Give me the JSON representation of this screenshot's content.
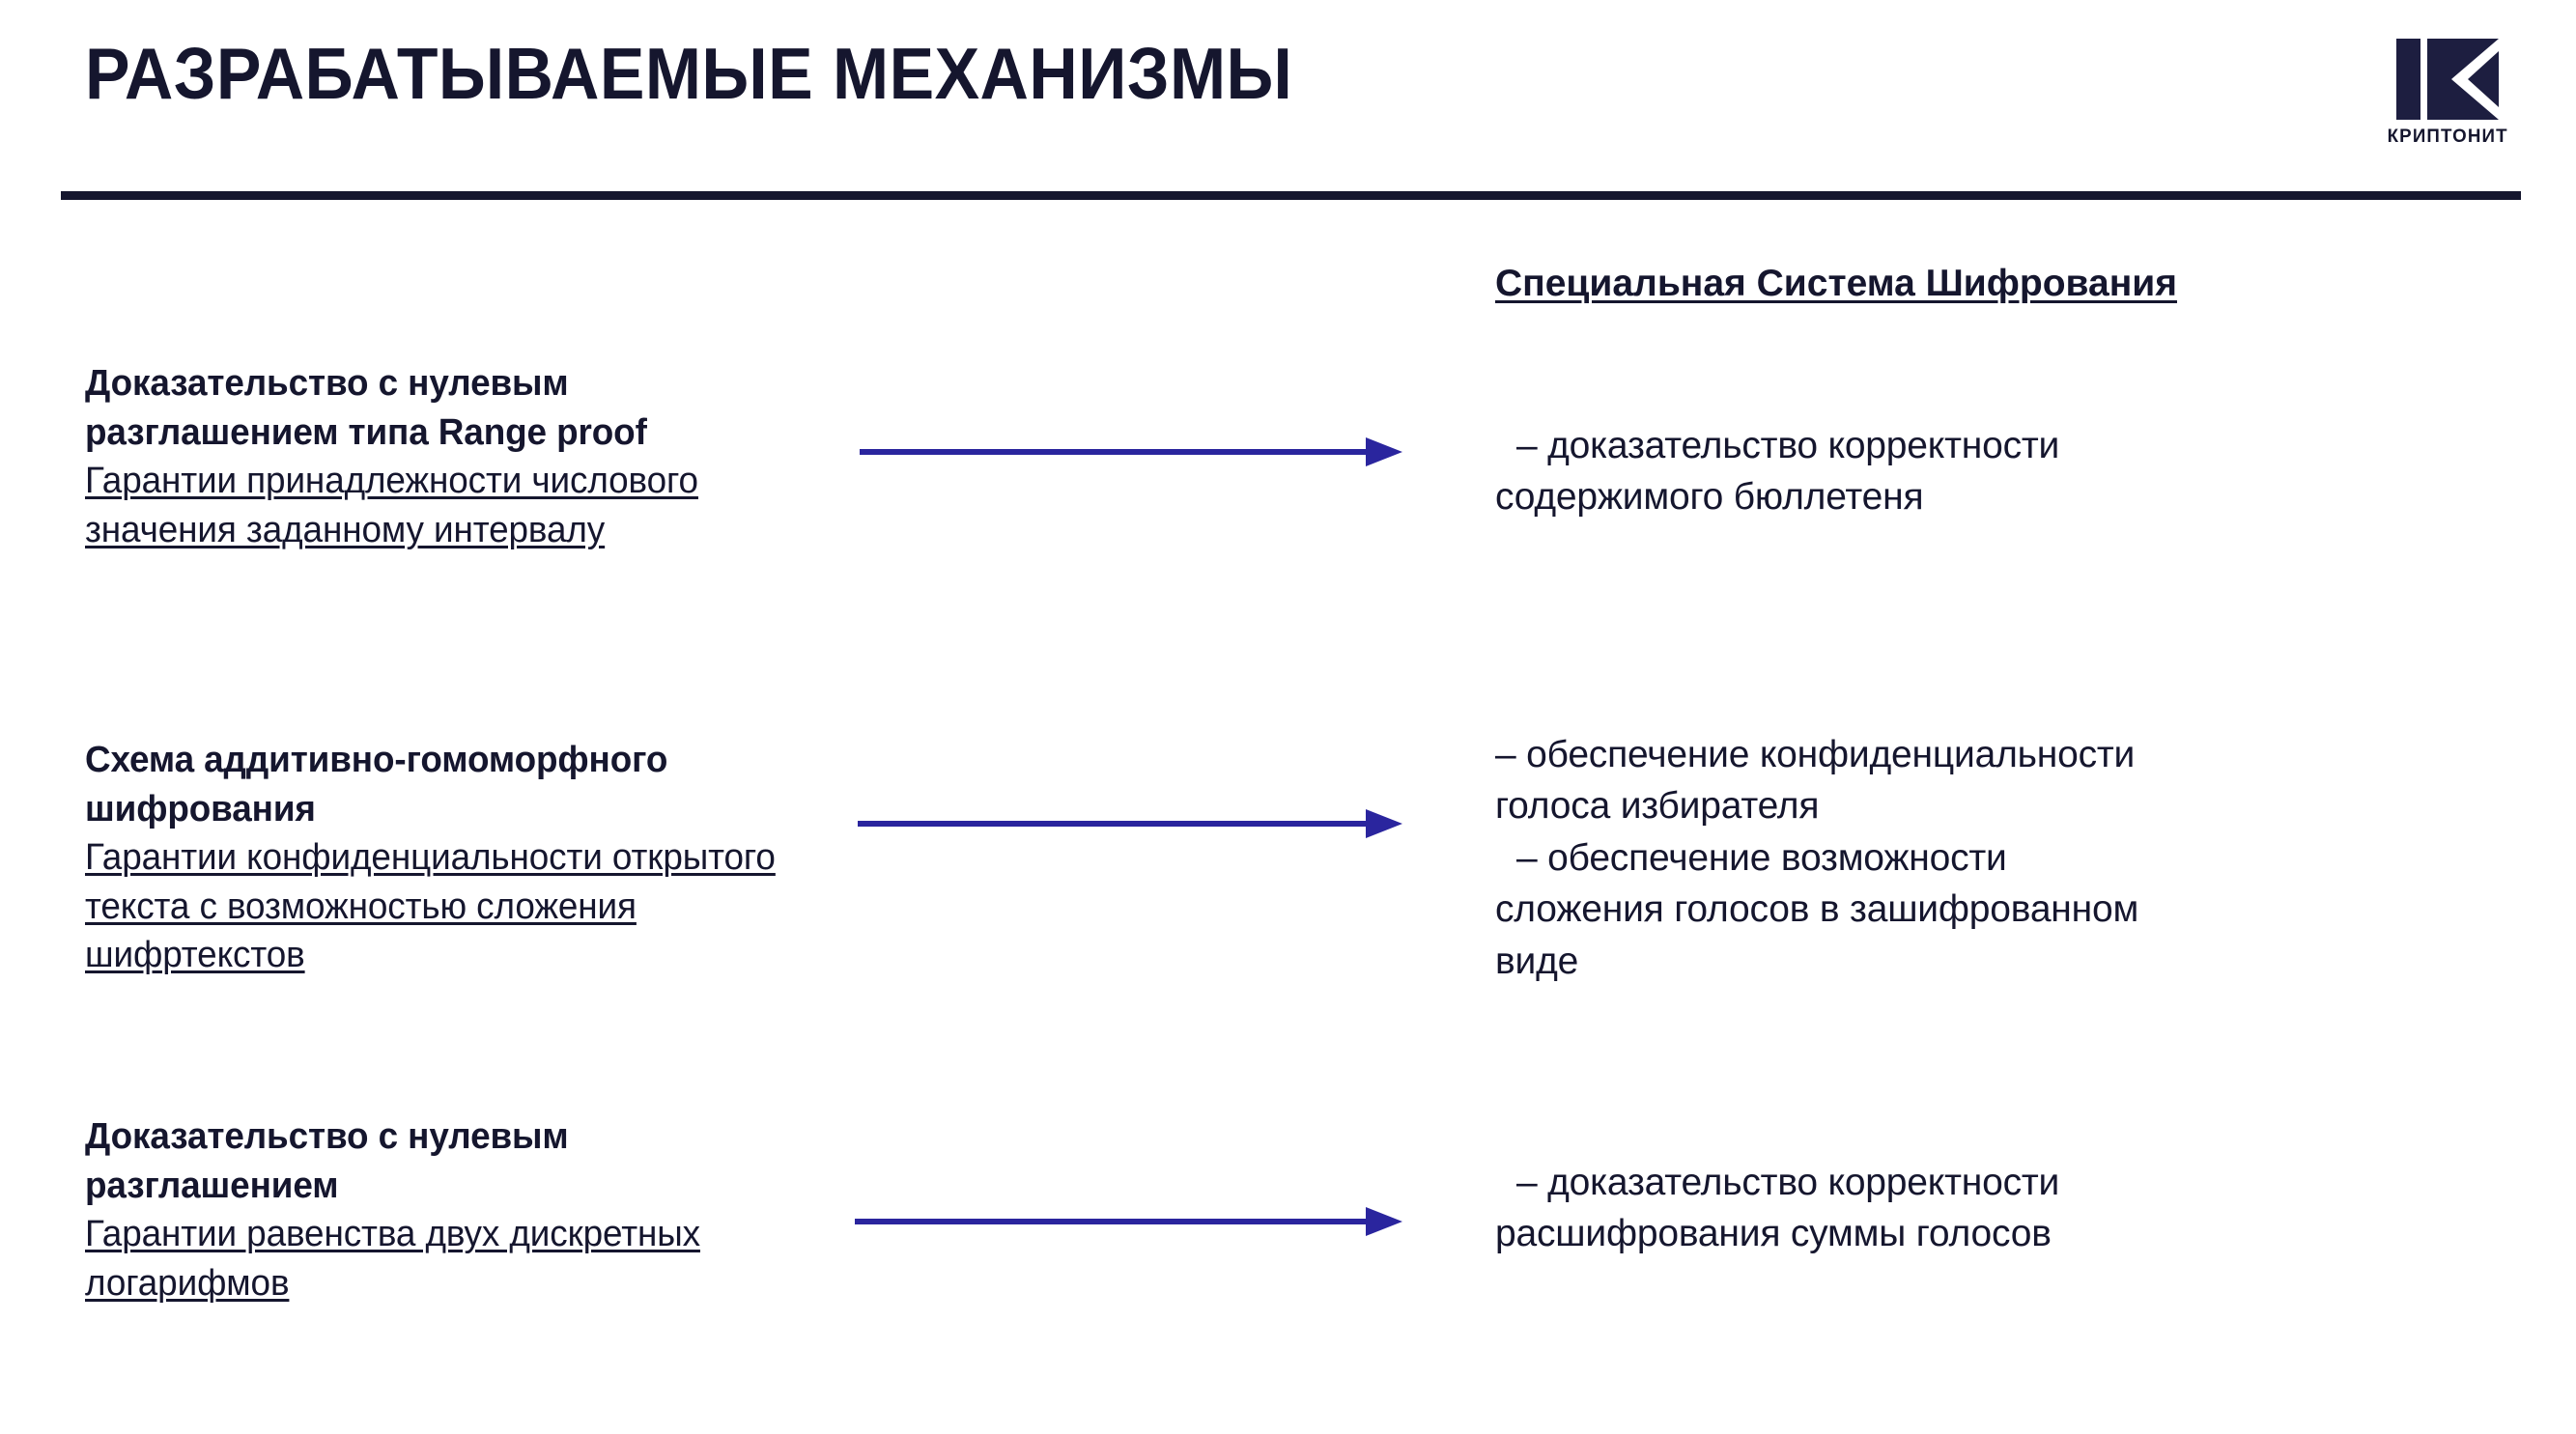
{
  "slide": {
    "title": "РАЗРАБАТЫВАЕМЫЕ МЕХАНИЗМЫ",
    "background_color": "#ffffff",
    "text_color": "#15162e",
    "accent_color": "#2a259e",
    "rule_color": "#15162e"
  },
  "logo": {
    "mark_name": "kriptonit-k-mark",
    "wordmark": "КРИПТОНИТ",
    "color": "#1d1e40"
  },
  "left_column": {
    "blocks": [
      {
        "title": "Доказательство с нулевым разглашением типа Range proof",
        "subtitle": "Гарантии принадлежности числового значения заданному интервалу"
      },
      {
        "title": "Схема аддитивно-гомоморфного шифрования",
        "subtitle": "Гарантии конфиденциальности открытого текста с возможностью сложения шифртекстов"
      },
      {
        "title": "Доказательство с нулевым разглашением",
        "subtitle": "Гарантии равенства двух дискретных логарифмов"
      }
    ]
  },
  "right_column": {
    "heading": "Специальная Система Шифрования",
    "outcomes": [
      {
        "lines": [
          "–  доказательство корректности",
          "содержимого бюллетеня"
        ]
      },
      {
        "lines": [
          "– обеспечение конфиденциальности",
          "голоса избирателя",
          "– обеспечение возможности",
          "сложения голосов в зашифрованном",
          "виде"
        ]
      },
      {
        "lines": [
          "– доказательство корректности",
          "расшифрования суммы голосов"
        ]
      }
    ]
  },
  "arrows": {
    "count": 3,
    "color": "#2a259e",
    "direction": "left-to-right"
  }
}
